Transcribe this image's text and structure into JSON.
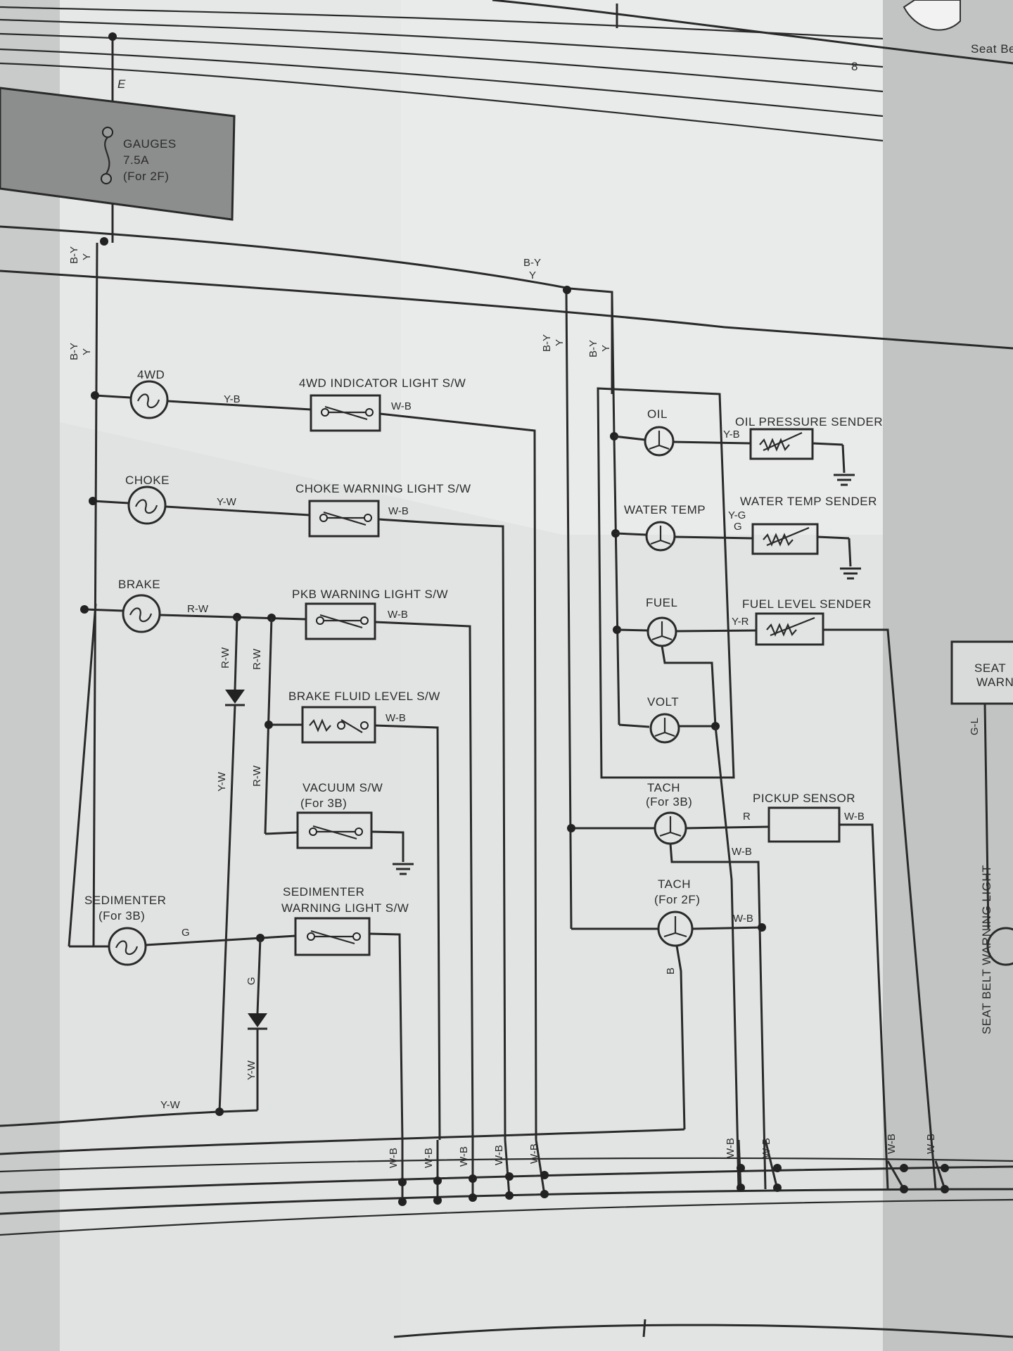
{
  "page_number": "8",
  "top_right_label": "Seat Be",
  "fuse": {
    "id": "E",
    "name": "GAUGES",
    "rating": "7.5A",
    "note": "(For 2F)"
  },
  "lamps": {
    "fwd": "4WD",
    "choke": "CHOKE",
    "brake": "BRAKE",
    "sedimenter": "SEDIMENTER",
    "sedimenter_note": "(For 3B)"
  },
  "switches": {
    "fwd_indicator": "4WD INDICATOR LIGHT S/W",
    "choke_warning": "CHOKE WARNING LIGHT S/W",
    "pkb_warning": "PKB WARNING LIGHT S/W",
    "brake_fluid": "BRAKE FLUID LEVEL S/W",
    "vacuum": "VACUUM S/W",
    "vacuum_note": "(For 3B)",
    "sedimenter_warning_line1": "SEDIMENTER",
    "sedimenter_warning_line2": "WARNING LIGHT S/W"
  },
  "gauges": {
    "oil": "OIL",
    "water_temp": "WATER TEMP",
    "fuel": "FUEL",
    "volt": "VOLT",
    "tach_3b": "TACH",
    "tach_3b_note": "(For 3B)",
    "tach_2f": "TACH",
    "tach_2f_note": "(For 2F)"
  },
  "senders": {
    "oil_pressure": "OIL PRESSURE SENDER",
    "water_temp": "WATER TEMP SENDER",
    "fuel_level": "FUEL LEVEL SENDER",
    "pickup": "PICKUP SENSOR"
  },
  "right_side": {
    "seat_box_line1": "SEAT",
    "seat_box_line2": "WARN",
    "seat_belt_warning_light": "SEAT BELT WARNING LIGHT",
    "gl_wire": "G-L"
  },
  "wire_colors": {
    "by": "B-Y",
    "y": "Y",
    "yb": "Y-B",
    "yw": "Y-W",
    "rw": "R-W",
    "wb": "W-B",
    "g": "G",
    "yg": "Y-G",
    "yr": "Y-R",
    "r": "R",
    "b": "B"
  }
}
